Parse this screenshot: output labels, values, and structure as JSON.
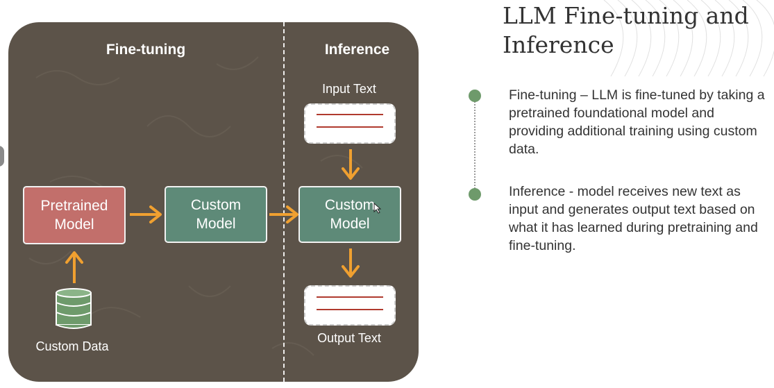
{
  "slide": {
    "title": "LLM Fine-tuning and Inference"
  },
  "diagram": {
    "sections": {
      "finetuning_title": "Fine-tuning",
      "inference_title": "Inference"
    },
    "boxes": {
      "pretrained_model": "Pretrained\nModel",
      "custom_model_finetune": "Custom\nModel",
      "custom_model_inference": "Custom\nModel"
    },
    "labels": {
      "custom_data": "Custom Data",
      "input_text": "Input Text",
      "output_text": "Output Text"
    },
    "colors": {
      "panel": "#5c5349",
      "pretrained": "#c26f6b",
      "custom": "#5e8a78",
      "arrow": "#f0a030",
      "text_line": "#b03a2e"
    }
  },
  "bullets": [
    {
      "text": "Fine-tuning – LLM is fine-tuned by taking a pretrained foundational model and providing additional training using custom data."
    },
    {
      "text": "Inference - model receives new text as input and generates output text based on what it has learned during pretraining and fine-tuning."
    }
  ],
  "icons": {
    "database": "database-icon",
    "arrow": "arrow-icon"
  }
}
